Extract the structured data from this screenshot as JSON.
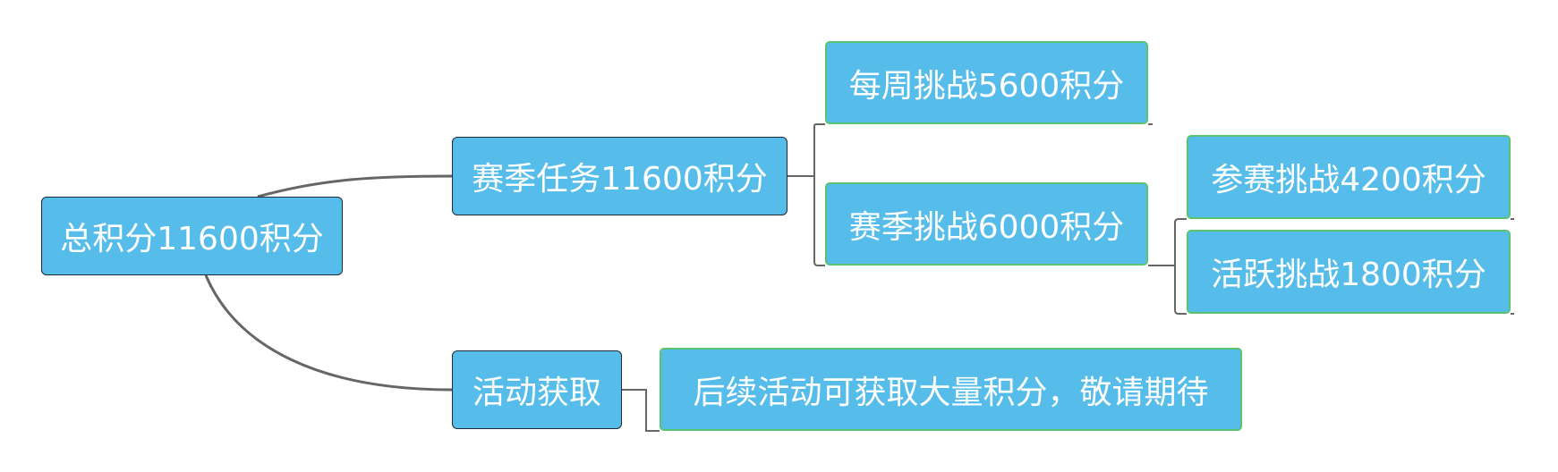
{
  "mindmap": {
    "root": {
      "label": "总积分11600积分"
    },
    "season_task": {
      "label": "赛季任务11600积分",
      "weekly_challenge": {
        "label": "每周挑战5600积分"
      },
      "season_challenge": {
        "label": "赛季挑战6000积分",
        "entry_challenge": {
          "label": "参赛挑战4200积分"
        },
        "activity_challenge": {
          "label": "活跃挑战1800积分"
        }
      }
    },
    "event_acquire": {
      "label": "活动获取",
      "note": {
        "label": "后续活动可获取大量积分，敬请期待"
      }
    }
  },
  "colors": {
    "node_fill": "#56bdea",
    "node_text": "#ffffff",
    "dark_border": "#1e2a35",
    "green_border": "#58c472",
    "connector": "#666666"
  }
}
